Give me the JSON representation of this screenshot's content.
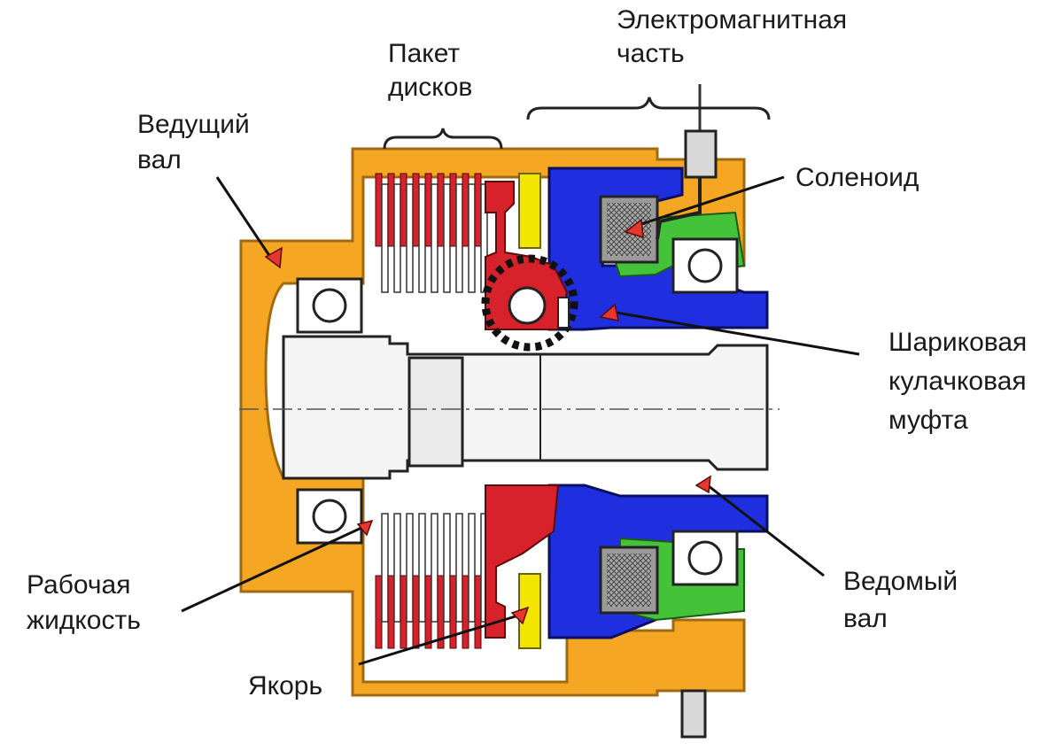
{
  "labels": {
    "electromagnetic_part": [
      "Электромагнитная",
      "часть"
    ],
    "disc_pack": [
      "Пакет",
      "дисков"
    ],
    "drive_shaft": [
      "Ведущий",
      "вал"
    ],
    "solenoid": [
      "Соленоид"
    ],
    "ball_cam_clutch": [
      "Шариковая",
      "кулачковая",
      "муфта"
    ],
    "driven_shaft": [
      "Ведомый",
      "вал"
    ],
    "working_fluid": [
      "Рабочая",
      "жидкость"
    ],
    "armature": [
      "Якорь"
    ]
  },
  "colors": {
    "housing": "#f5a623",
    "housing_edge": "#a06a10",
    "discs": "#d8222b",
    "armature": "#f2e600",
    "electromagnet": "#1f2fe0",
    "coil_holder": "#44c23a",
    "shaft": "#f4f4f4",
    "marker": "#e5372c",
    "leader_line": "#111111"
  }
}
